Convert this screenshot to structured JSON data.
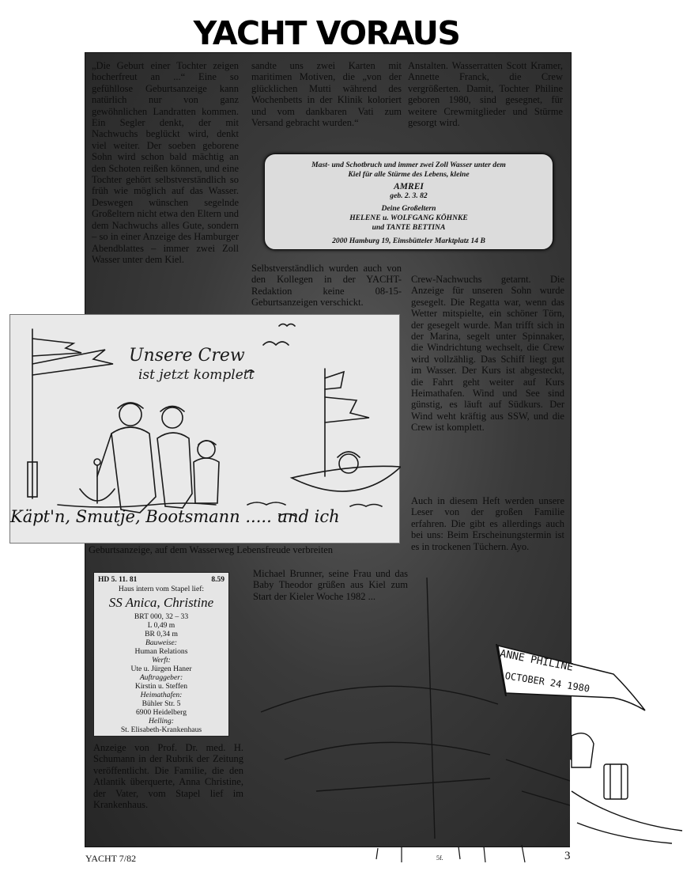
{
  "header": {
    "title": "YACHT VORAUS"
  },
  "columns": {
    "col1_top": "„Die Geburt einer Tochter zeigen hocherfreut an ...“ Eine so gefühllose Geburtsanzeige kann natürlich nur von ganz gewöhnlichen Landratten kommen. Ein Segler denkt, der mit Nachwuchs beglückt wird, denkt viel weiter. Der soeben geborene Sohn wird schon bald mächtig an den Schoten reißen können, und eine Tochter gehört selbstverständlich so früh wie möglich auf das Wasser. Deswegen wünschen segelnde Großeltern nicht etwa den Eltern und dem Nachwuchs alles Gute, sondern – so in einer Anzeige des Hamburger Abendblattes – immer zwei Zoll Wasser unter dem Kiel.",
    "col2_top": "sandte uns zwei Karten mit maritimen Motiven, die „von der glücklichen Mutti während des Wochenbetts in der Klinik koloriert und vom dankbaren Vati zum Versand gebracht wurden.“",
    "col3_top": "Anstalten. Wasserratten Scott Kramer, Annette Franck, die Crew vergrößerten. Damit, Tochter Philine geboren 1980, sind gesegnet, für weitere Crewmitglieder und Stürme gesorgt wird.",
    "col2_mid": "Selbstverständlich wurden auch von den Kollegen in der YACHT-Redaktion keine 08-15-Geburtsanzeigen verschickt.",
    "col3_mid": "Crew-Nachwuchs getarnt. Die Anzeige für unseren Sohn wurde gesegelt. Die Regatta war, wenn das Wetter mitspielte, ein schöner Törn, der gesegelt wurde. Man trifft sich in der Marina, segelt unter Spinnaker, die Windrichtung wechselt, die Crew wird vollzählig. Das Schiff liegt gut im Wasser. Der Kurs ist abgesteckt, die Fahrt geht weiter auf Kurs Heimathafen. Wind und See sind günstig, es läuft auf Südkurs. Der Wind weht kräftig aus SSW, und die Crew ist komplett.",
    "col3_low": "Auch in diesem Heft werden unsere Leser von der großen Familie erfahren. Die gibt es allerdings auch bei uns: Beim Erscheinungstermin ist es in trockenen Tüchern. Ayo.",
    "card_caption_line": "Geburtsanzeige, auf dem Wasserweg Lebensfreude verbreiten",
    "col2_low": "Michael Brunner, seine Frau und das Baby Theodor grüßen aus Kiel zum Start der Kieler Woche 1982 ...",
    "col1_low": "Anzeige von Prof. Dr. med. H. Schumann in der Rubrik der Zeitung veröffentlicht. Die Familie, die den Atlantik überquerte, Anna Christine, der Vater, vom Stapel lief im Krankenhaus."
  },
  "notice": {
    "line1": "Mast- und Schotbruch und immer zwei Zoll Wasser unter dem",
    "line2": "Kiel für alle Stürme des Lebens, kleine",
    "name": "AMREI",
    "born": "geb. 2. 3. 82",
    "from": "Deine Großeltern",
    "grandparents": "HELENE u. WOLFGANG KÖHNKE",
    "aunt": "und TANTE BETTINA",
    "address": "2000 Hamburg 19, Eimsbütteler Marktplatz 14 B"
  },
  "card": {
    "headline_line1": "Unsere Crew",
    "headline_line2": "ist jetzt komplett",
    "caption": "Käpt'n, Smutje, Bootsmann ..... und ich"
  },
  "birth_card": {
    "top_left": "HD 5. 11. 81",
    "top_right": "8.59",
    "intro": "Haus intern vom Stapel lief:",
    "ship_name": "SS Anica, Christine",
    "brt": "BRT 000, 32 – 33",
    "length": "L 0,49 m",
    "breadth": "BR 0,34 m",
    "construction_label": "Bauweise:",
    "construction": "Human Relations",
    "yard_label": "Werft:",
    "yard": "Ute u. Jürgen Haner",
    "client_label": "Auftraggeber:",
    "client": "Kirstin u. Steffen",
    "port_label": "Heimathafen:",
    "port_street": "Bühler Str. 5",
    "port_city": "6900 Heidelberg",
    "slip_label": "Helling:",
    "slip": "St. Elisabeth-Krankenhaus"
  },
  "pennant": {
    "line1": "ANNE PHILINE",
    "line2": "OCTOBER 24 1980"
  },
  "footer": {
    "left": "YACHT 7/82",
    "middle": "5f.",
    "page": "3"
  }
}
